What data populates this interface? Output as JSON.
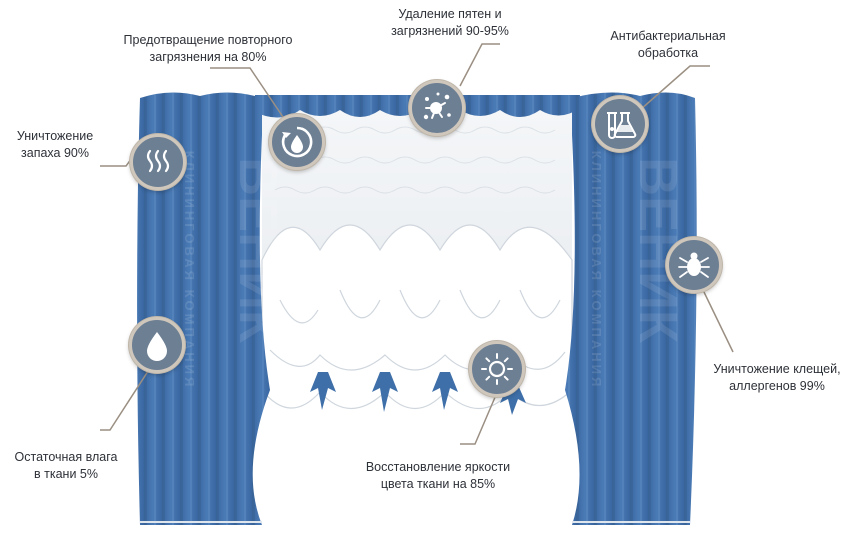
{
  "labels": {
    "odor": [
      "Уничтожение",
      "запаха 90%"
    ],
    "recontamination": [
      "Предотвращение повторного",
      "загрязнения на 80%"
    ],
    "stains": [
      "Удаление пятен и",
      "загрязнений 90-95%"
    ],
    "antibacterial": [
      "Антибактериальная",
      "обработка"
    ],
    "mites": [
      "Уничтожение клещей,",
      "аллергенов 99%"
    ],
    "brightness": [
      "Восстановление яркости",
      "цвета ткани на 85%"
    ],
    "moisture": [
      "Остаточная влага",
      "в ткани 5%"
    ]
  },
  "icons": {
    "odor": "steam-waves-icon",
    "recontamination": "recycle-drop-icon",
    "stains": "splash-stain-icon",
    "antibacterial": "lab-flask-icon",
    "mites": "mite-bug-icon",
    "brightness": "sun-icon",
    "moisture": "water-drop-icon"
  },
  "watermark": "ВЕНИК",
  "watermark_sub": "КЛИНИНГОВАЯ КОМПАНИЯ",
  "colors": {
    "curtain_blue": "#3f6fa6",
    "badge_fill": "#6d7f93",
    "badge_ring": "#cfc7bc",
    "leader_line": "#9a8f82"
  }
}
